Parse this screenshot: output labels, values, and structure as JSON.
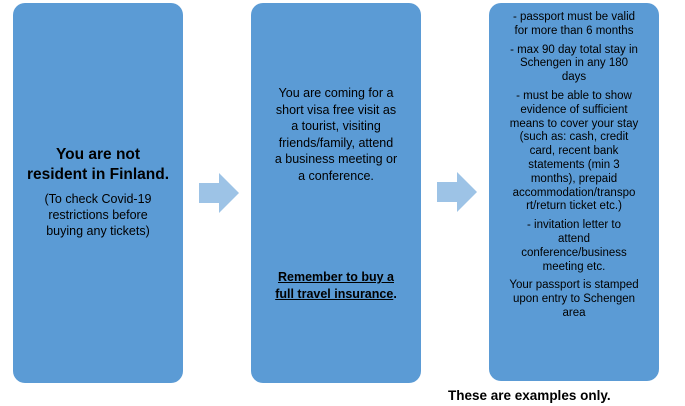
{
  "box1": {
    "title_line1": "You are not",
    "title_line2": "resident in Finland.",
    "note_line1": "(To check Covid-19",
    "note_line2": "restrictions before",
    "note_line3": "buying any tickets)"
  },
  "box2": {
    "lines": [
      "You are coming for a",
      "short visa free visit as",
      "a tourist, visiting",
      "friends/family, attend",
      "a business meeting or",
      "a conference."
    ],
    "reminder_line1": "Remember to buy a",
    "reminder_line2": "full travel insurance",
    "reminder_period": "."
  },
  "box3": {
    "items": [
      [
        "- passport must be valid",
        "for more than 6 months"
      ],
      [
        "- max 90 day total stay in",
        "Schengen in any 180",
        "days"
      ],
      [
        "- must be able to show",
        "evidence of sufficient",
        "means to cover your stay",
        "(such as: cash, credit",
        "card, recent bank",
        "statements (min 3",
        "months), prepaid",
        "accommodation/transpo",
        "rt/return ticket etc.)"
      ],
      [
        "- invitation letter to",
        "attend",
        "conference/business",
        "meeting  etc."
      ],
      [
        "Your passport is stamped",
        "upon entry to Schengen",
        "area"
      ]
    ]
  },
  "footer": {
    "text": "These are examples only."
  },
  "colors": {
    "box": "#5b9bd5",
    "arrow": "#9dc3e6"
  }
}
